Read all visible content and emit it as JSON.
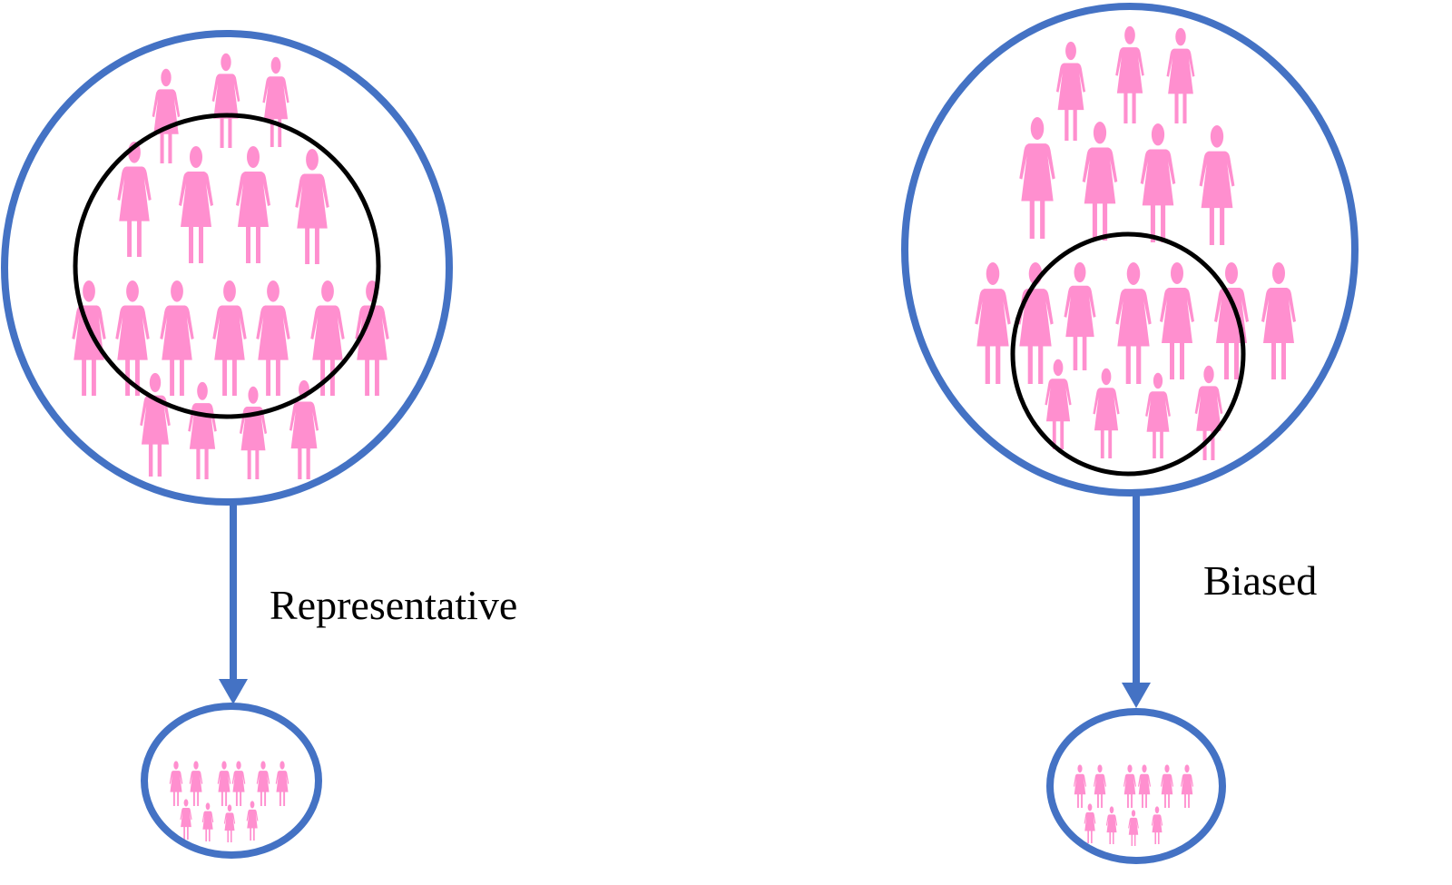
{
  "colors": {
    "population_ring": "#4472C4",
    "sample_ring": "#000000",
    "person": "#FF8FCF"
  },
  "panels": [
    {
      "id": "representative",
      "label": "Representative",
      "population_count": 18,
      "selected_count": 10
    },
    {
      "id": "biased",
      "label": "Biased",
      "population_count": 18,
      "selected_count": 10
    }
  ],
  "icons": {
    "person": "woman-icon"
  }
}
